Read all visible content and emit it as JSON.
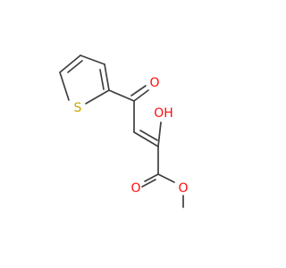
{
  "atoms": {
    "sulfur": {
      "symbol": "S",
      "color": "#c8a600"
    },
    "ketone_oxygen": {
      "symbol": "O",
      "color": "#ff0d0d"
    },
    "hydroxyl": {
      "symbol": "OH",
      "color": "#ff0d0d"
    },
    "ester_carbonyl_oxygen": {
      "symbol": "O",
      "color": "#ff0d0d"
    },
    "ester_oxygen": {
      "symbol": "O",
      "color": "#ff0d0d"
    }
  },
  "bond_color": "#3f3f3f"
}
